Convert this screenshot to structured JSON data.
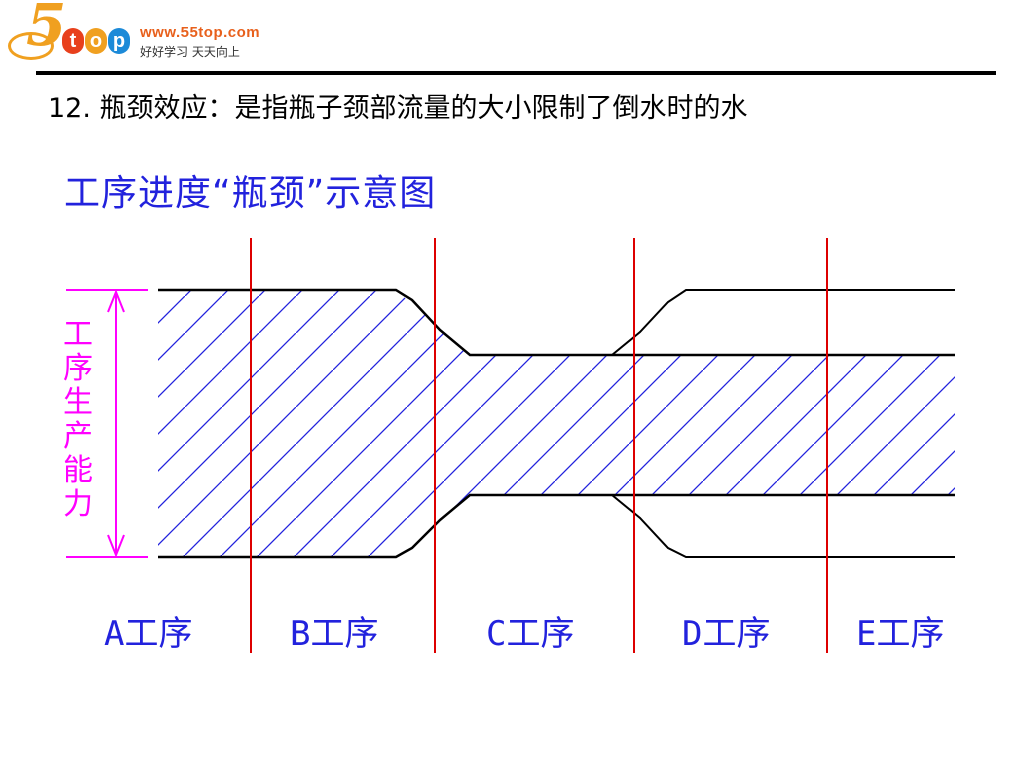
{
  "logo": {
    "numeral": "5",
    "letters": [
      "t",
      "o",
      "p"
    ],
    "letter_colors": [
      "#e8401c",
      "#f0a020",
      "#1c8ad8"
    ],
    "url": "www.55top.com",
    "slogan": "好好学习 天天向上"
  },
  "heading": "12. 瓶颈效应：是指瓶子颈部流量的大小限制了倒水时的水",
  "diagram": {
    "title": "工序进度“瓶颈”示意图",
    "capacity_label": "工序生产能力",
    "stages": [
      "A工序",
      "B工序",
      "C工序",
      "D工序",
      "E工序"
    ],
    "colors": {
      "outline": "#000000",
      "stage_divider": "#dd0000",
      "hatch": "#2222dd",
      "capacity_arrow": "#ff00ff",
      "text": "#2222dd"
    }
  }
}
